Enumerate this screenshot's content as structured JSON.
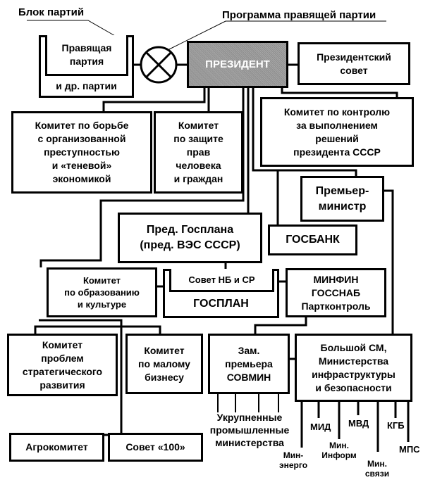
{
  "colors": {
    "line": "#000000",
    "president_fill": "#9a9a9a",
    "president_text": "#ffffff"
  },
  "icons": {
    "programme_node": "crossed-circle-icon"
  },
  "annotations": {
    "party_bloc": "Блок партий",
    "ruling_party_programme": "Программа правящей партии"
  },
  "party_block": {
    "ruling_party": [
      "Правящая",
      "партия"
    ],
    "other_parties": "и др. партии"
  },
  "president": "ПРЕЗИДЕНТ",
  "presidential_council": [
    "Президентский",
    "совет"
  ],
  "committees": {
    "organized_crime": [
      "Комитет по борьбе",
      "с организованной",
      "преступностью",
      "и «теневой»",
      "экономикой"
    ],
    "human_rights": [
      "Комитет",
      "по защите",
      "прав",
      "человека",
      "и граждан"
    ],
    "control": [
      "Комитет по контролю",
      "за выполнением",
      "решений",
      "президента СССР"
    ],
    "education": [
      "Комитет",
      "по образованию",
      "и культуре"
    ],
    "strategic": [
      "Комитет",
      "проблем",
      "стратегического",
      "развития"
    ],
    "small_business": [
      "Комитет",
      "по малому",
      "бизнесу"
    ]
  },
  "prime_minister": [
    "Премьер-",
    "министр"
  ],
  "gosbank": "ГОСБАНК",
  "gosplan_chair": [
    "Пред. Госплана",
    "(пред. ВЭС СССР)"
  ],
  "gosplan": {
    "council": "Совет НБ и СР",
    "name": "ГОСПЛАН"
  },
  "minfin": [
    "МИНФИН",
    "ГОССНАБ",
    "Партконтроль"
  ],
  "deputy_premier": [
    "Зам.",
    "премьера",
    "СОВМИН"
  ],
  "big_cabinet": [
    "Большой СМ,",
    "Министерства",
    "инфраструктуры",
    "и  безопасности"
  ],
  "enlarged_ministries": [
    "Укрупненные",
    "промышленные",
    "министерства"
  ],
  "ministries": {
    "energy": [
      "Мин-",
      "энерго"
    ],
    "foreign": "МИД",
    "information": [
      "Мин.",
      "Информ"
    ],
    "interior": "МВД",
    "communications": [
      "Мин.",
      "связи"
    ],
    "kgb": "КГБ",
    "railways": "МПС"
  },
  "agro_committee": "Агрокомитет",
  "council_100": "Совет «100»"
}
